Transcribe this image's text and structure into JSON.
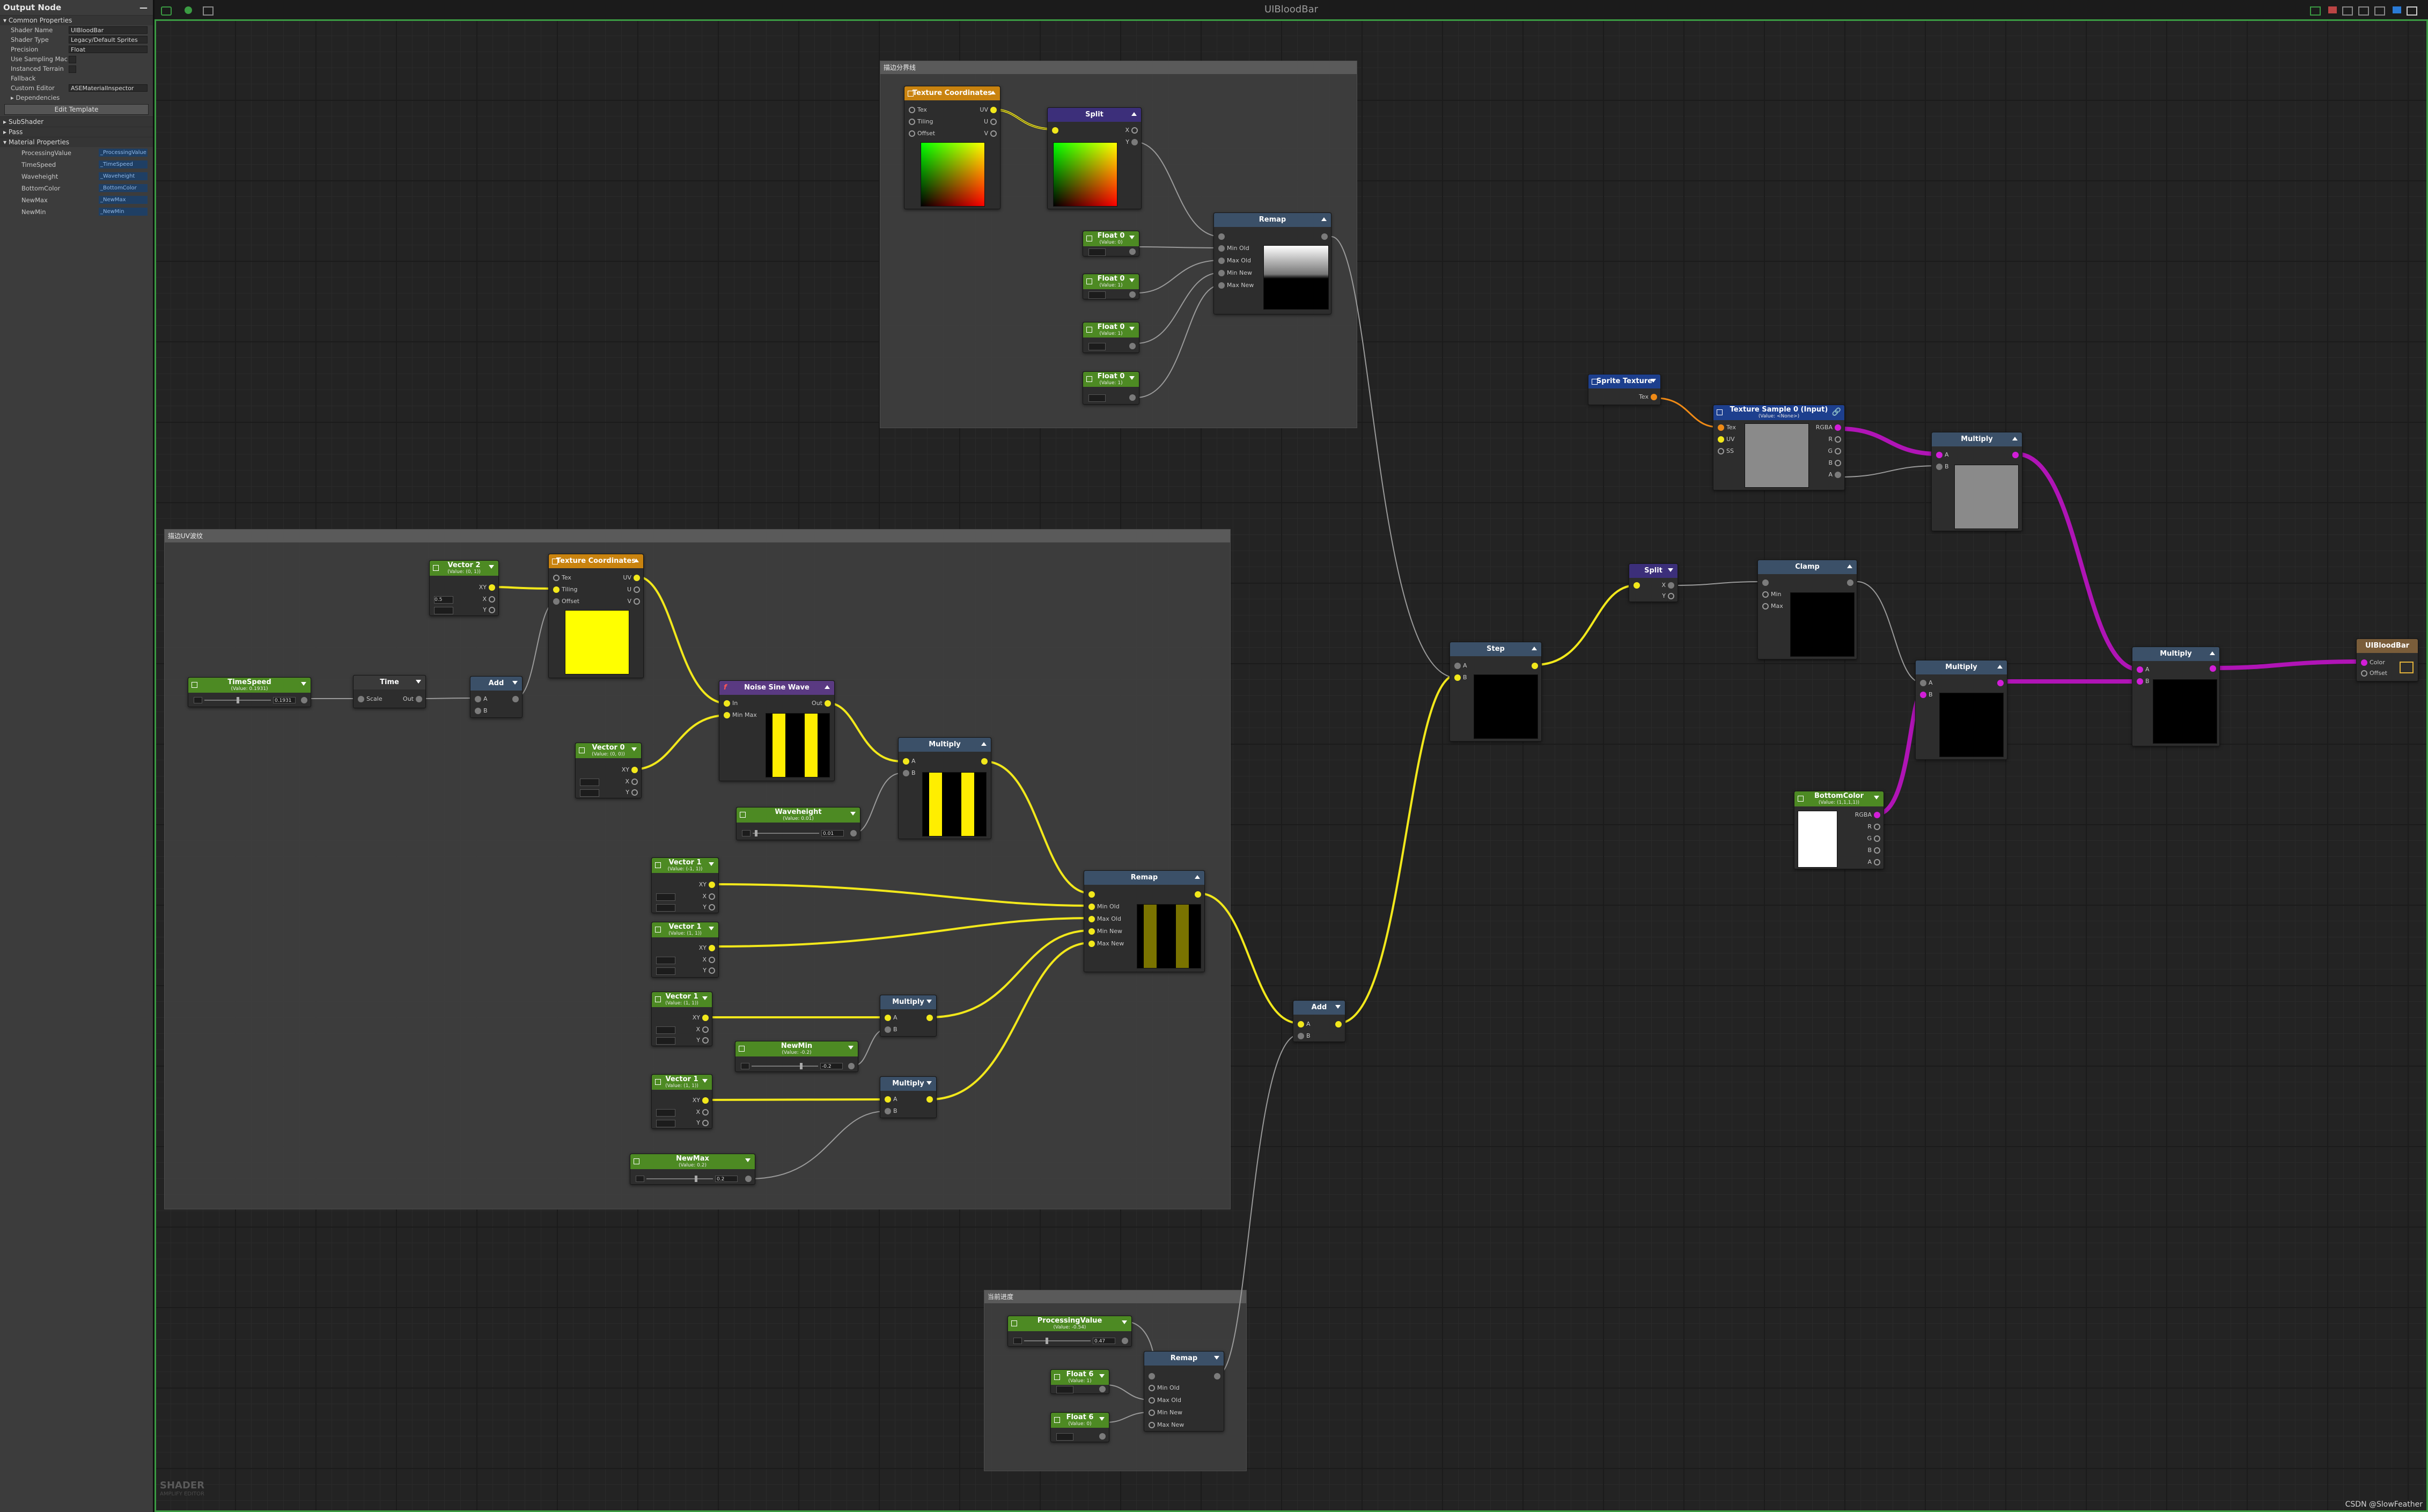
{
  "window": {
    "title": "UIBloodBar"
  },
  "left_panel": {
    "title": "Output Node",
    "common_header": "Common Properties",
    "rows": [
      {
        "label": "Shader Name",
        "value": "UIBloodBar"
      },
      {
        "label": "Shader Type",
        "value": "Legacy/Default Sprites"
      },
      {
        "label": "Precision",
        "value": "Float"
      },
      {
        "label": "Use Sampling Mac",
        "value": ""
      },
      {
        "label": "Instanced Terrain",
        "value": ""
      },
      {
        "label": "Fallback",
        "value": ""
      },
      {
        "label": "Custom Editor",
        "value": "ASEMaterialInspector"
      },
      {
        "label": "Dependencies",
        "value": ""
      }
    ],
    "edit_template": "Edit Template",
    "sections": [
      "SubShader",
      "Pass",
      "Material Properties"
    ],
    "material_properties": [
      {
        "label": "ProcessingValue",
        "value": "_ProcessingValue"
      },
      {
        "label": "TimeSpeed",
        "value": "_TimeSpeed"
      },
      {
        "label": "Waveheight",
        "value": "_Waveheight"
      },
      {
        "label": "BottomColor",
        "value": "_BottomColor"
      },
      {
        "label": "NewMax",
        "value": "_NewMax"
      },
      {
        "label": "NewMin",
        "value": "_NewMin"
      }
    ]
  },
  "groups": {
    "top": "描边分界线",
    "wave": "描边UV波纹",
    "process": "当前进度"
  },
  "nodes": {
    "tex_coord_top": {
      "title": "Texture Coordinates",
      "inputs": [
        "Tex",
        "Tiling",
        "Offset"
      ],
      "outputs": [
        "UV",
        "U",
        "V"
      ]
    },
    "split_top": {
      "title": "Split",
      "outputs": [
        "X",
        "Y"
      ]
    },
    "remap_top": {
      "title": "Remap",
      "inputs": [
        "Min Old",
        "Max Old",
        "Min New",
        "Max New"
      ]
    },
    "float_t1": {
      "title": "Float 0",
      "sub": "(Value: 0)"
    },
    "float_t2": {
      "title": "Float 0",
      "sub": "(Value: 1)"
    },
    "float_t3": {
      "title": "Float 0",
      "sub": "(Value: 1)"
    },
    "float_t4": {
      "title": "Float 0",
      "sub": "(Value: 1)"
    },
    "sprite_texture": {
      "title": "Sprite Texture",
      "outputs": [
        "Tex"
      ]
    },
    "tex_sample": {
      "title": "Texture Sample 0 (Input)",
      "sub": "(Value: <None>)",
      "inputs": [
        "Tex",
        "UV",
        "SS"
      ],
      "outputs": [
        "RGBA",
        "R",
        "G",
        "B",
        "A"
      ]
    },
    "multiply_top": {
      "title": "Multiply",
      "inputs": [
        "A",
        "B"
      ]
    },
    "vector2_a": {
      "title": "Vector 2",
      "sub": "(Value: (0, 1))",
      "outputs": [
        "XY",
        "X",
        "Y"
      ],
      "value": "0.5"
    },
    "tex_coord_mid": {
      "title": "Texture Coordinates",
      "inputs": [
        "Tex",
        "Tiling",
        "Offset"
      ],
      "outputs": [
        "UV",
        "U",
        "V"
      ]
    },
    "time_speed": {
      "title": "TimeSpeed",
      "sub": "(Value: 0.1931)",
      "value": "0.1931"
    },
    "time": {
      "title": "Time",
      "inputs": [
        "Scale"
      ],
      "outputs": [
        "Out"
      ]
    },
    "add_mid": {
      "title": "Add",
      "inputs": [
        "A",
        "B"
      ]
    },
    "noise_sine": {
      "title": "Noise Sine Wave",
      "inputs": [
        "In",
        "Min Max"
      ],
      "outputs": [
        "Out"
      ]
    },
    "vector2_b": {
      "title": "Vector 0",
      "sub": "(Value: (0, 0))",
      "outputs": [
        "XY",
        "X",
        "Y"
      ]
    },
    "multiply_mid": {
      "title": "Multiply",
      "inputs": [
        "A",
        "B"
      ]
    },
    "waveheight": {
      "title": "Waveheight",
      "sub": "(Value: 0.01)",
      "value": "0.01"
    },
    "vec1_a": {
      "title": "Vector 1",
      "sub": "(Value: (-1, 1))",
      "outputs": [
        "XY",
        "X",
        "Y"
      ]
    },
    "vec1_b": {
      "title": "Vector 1",
      "sub": "(Value: (1, 1))",
      "outputs": [
        "XY",
        "X",
        "Y"
      ]
    },
    "remap_mid": {
      "title": "Remap",
      "inputs": [
        "Min Old",
        "Max Old",
        "Min New",
        "Max New"
      ]
    },
    "vec1_c": {
      "title": "Vector 1",
      "sub": "(Value: (1, 1))",
      "outputs": [
        "XY",
        "X",
        "Y"
      ]
    },
    "multiply_c": {
      "title": "Multiply",
      "inputs": [
        "A",
        "B"
      ]
    },
    "newmin": {
      "title": "NewMin",
      "sub": "(Value: -0.2)",
      "value": "-0.2"
    },
    "vec1_d": {
      "title": "Vector 1",
      "sub": "(Value: (1, 1))",
      "outputs": [
        "XY",
        "X",
        "Y"
      ]
    },
    "multiply_d": {
      "title": "Multiply",
      "inputs": [
        "A",
        "B"
      ]
    },
    "newmax": {
      "title": "NewMax",
      "sub": "(Value: 0.2)",
      "value": "0.2"
    },
    "add_bottom": {
      "title": "Add",
      "inputs": [
        "A",
        "B"
      ]
    },
    "step": {
      "title": "Step",
      "inputs": [
        "A",
        "B"
      ]
    },
    "split_mid": {
      "title": "Split",
      "outputs": [
        "X",
        "Y"
      ]
    },
    "clamp": {
      "title": "Clamp",
      "inputs": [
        "Min",
        "Max"
      ]
    },
    "multiply_r": {
      "title": "Multiply",
      "inputs": [
        "A",
        "B"
      ]
    },
    "bottom_color": {
      "title": "BottomColor",
      "sub": "(Value: (1,1,1,1))",
      "outputs": [
        "RGBA",
        "R",
        "G",
        "B",
        "A"
      ]
    },
    "multiply_final": {
      "title": "Multiply",
      "inputs": [
        "A",
        "B"
      ]
    },
    "output": {
      "title": "UIBloodBar",
      "inputs": [
        "Color",
        "Offset"
      ]
    },
    "processing": {
      "title": "ProcessingValue",
      "sub": "(Value: -0.54)",
      "value": "0.47"
    },
    "float_p1": {
      "title": "Float 6",
      "sub": "(Value: 1)"
    },
    "float_p2": {
      "title": "Float 6",
      "sub": "(Value: 0)"
    },
    "remap_p": {
      "title": "Remap",
      "inputs": [
        "Min Old",
        "Max Old",
        "Min New",
        "Max New"
      ]
    }
  },
  "footer": {
    "logo": "SHADER",
    "logo_sub": "AMPLIFY EDITOR",
    "watermark": "CSDN @SlowFeather"
  },
  "colors": {
    "float_wire": "#f2e81b",
    "color_wire": "#b014b6",
    "tex_wire": "#ef8a16",
    "plain_wire": "#9a9a9a",
    "frame_border": "#3b9b43"
  }
}
